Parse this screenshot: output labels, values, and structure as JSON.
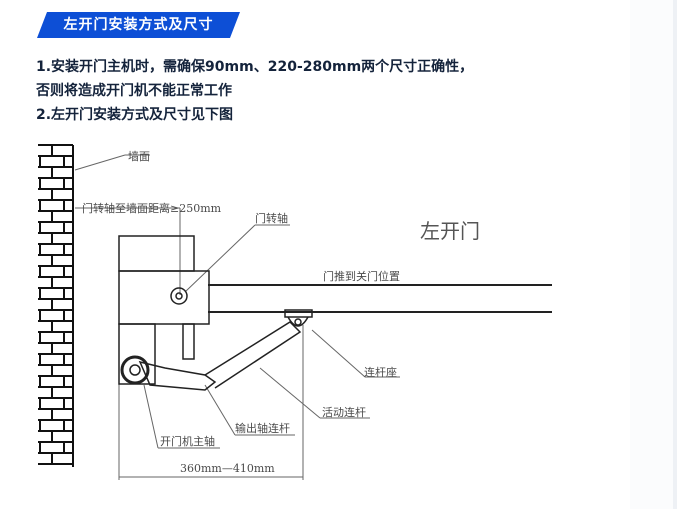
{
  "header": {
    "banner_title": "左开门安装方式及尺寸",
    "banner_color": "#0d4fd6"
  },
  "instructions": {
    "line1": "1.安装开门主机时，需确保90mm、220-280mm两个尺寸正确性，",
    "line2": "否则将造成开门机不能正常工作",
    "line3": "2.左开门安装方式及尺寸见下图"
  },
  "diagram": {
    "title": "左开门",
    "labels": {
      "wall": "墙面",
      "pivot_to_wall": "门转轴至墙面距离≥250mm",
      "door_pivot": "门转轴",
      "door_closed_position": "门推到关门位置",
      "link_seat": "连杆座",
      "movable_link": "活动连杆",
      "output_shaft_link": "输出轴连杆",
      "opener_main_shaft": "开门机主轴",
      "dimension": "360mm—410mm"
    }
  }
}
